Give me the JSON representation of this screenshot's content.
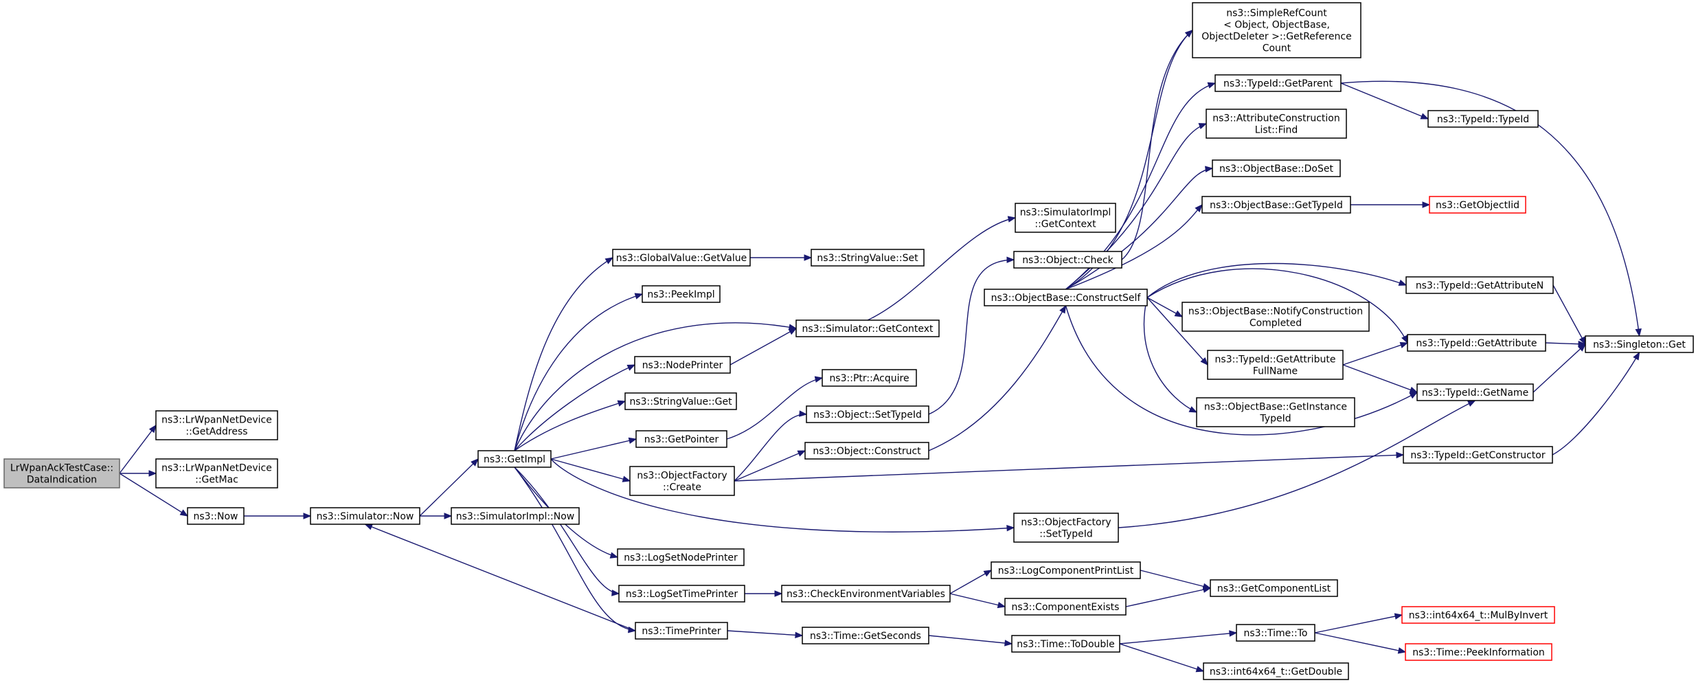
{
  "nodes": {
    "root": [
      "LrWpanAckTestCase::",
      "DataIndication"
    ],
    "lr_getaddress": [
      "ns3::LrWpanNetDevice",
      "::GetAddress"
    ],
    "lr_getmac": [
      "ns3::LrWpanNetDevice",
      "::GetMac"
    ],
    "ns3_now": [
      "ns3::Now"
    ],
    "sim_now": [
      "ns3::Simulator::Now"
    ],
    "simimpl_now": [
      "ns3::SimulatorImpl::Now"
    ],
    "getimpl": [
      "ns3::GetImpl"
    ],
    "globalvalue_getvalue": [
      "ns3::GlobalValue::GetValue"
    ],
    "stringvalue_set": [
      "ns3::StringValue::Set"
    ],
    "peekimpl": [
      "ns3::PeekImpl"
    ],
    "sim_getcontext": [
      "ns3::Simulator::GetContext"
    ],
    "simimpl_getcontext": [
      "ns3::SimulatorImpl",
      "::GetContext"
    ],
    "nodeprinter": [
      "ns3::NodePrinter"
    ],
    "stringvalue_get": [
      "ns3::StringValue::Get"
    ],
    "getpointer": [
      "ns3::GetPointer"
    ],
    "ptr_acquire": [
      "ns3::Ptr::Acquire"
    ],
    "objectfactory_create": [
      "ns3::ObjectFactory",
      "::Create"
    ],
    "object_settypeid": [
      "ns3::Object::SetTypeId"
    ],
    "object_construct": [
      "ns3::Object::Construct"
    ],
    "object_check": [
      "ns3::Object::Check"
    ],
    "objectbase_constructself": [
      "ns3::ObjectBase::ConstructSelf"
    ],
    "objectfactory_settypeid": [
      "ns3::ObjectFactory",
      "::SetTypeId"
    ],
    "logsetnodeprinter": [
      "ns3::LogSetNodePrinter"
    ],
    "logsettimeprinter": [
      "ns3::LogSetTimePrinter"
    ],
    "timeprinter": [
      "ns3::TimePrinter"
    ],
    "checkenv": [
      "ns3::CheckEnvironmentVariables"
    ],
    "logcomponentprintlist": [
      "ns3::LogComponentPrintList"
    ],
    "componentexists": [
      "ns3::ComponentExists"
    ],
    "getcomponentlist": [
      "ns3::GetComponentList"
    ],
    "time_getseconds": [
      "ns3::Time::GetSeconds"
    ],
    "time_todouble": [
      "ns3::Time::ToDouble"
    ],
    "time_to": [
      "ns3::Time::To"
    ],
    "int64_getdouble": [
      "ns3::int64x64_t::GetDouble"
    ],
    "int64_mulbyinvert": [
      "ns3::int64x64_t::MulByInvert"
    ],
    "time_peekinformation": [
      "ns3::Time::PeekInformation"
    ],
    "simplerefcount_getref": [
      "ns3::SimpleRefCount",
      "< Object, ObjectBase,",
      "ObjectDeleter >::GetReference",
      "Count"
    ],
    "typeid_getparent": [
      "ns3::TypeId::GetParent"
    ],
    "attrconstrlist_find": [
      "ns3::AttributeConstruction",
      "List::Find"
    ],
    "objectbase_doset": [
      "ns3::ObjectBase::DoSet"
    ],
    "objectbase_gettypeid": [
      "ns3::ObjectBase::GetTypeId"
    ],
    "getobjectiid": [
      "ns3::GetObjectIid"
    ],
    "objectbase_notifyconstr": [
      "ns3::ObjectBase::NotifyConstruction",
      "Completed"
    ],
    "typeid_getattributefullname": [
      "ns3::TypeId::GetAttribute",
      "FullName"
    ],
    "objectbase_getinstancetypeid": [
      "ns3::ObjectBase::GetInstance",
      "TypeId"
    ],
    "typeid_typeid": [
      "ns3::TypeId::TypeId"
    ],
    "typeid_getattributen": [
      "ns3::TypeId::GetAttributeN"
    ],
    "typeid_getattribute": [
      "ns3::TypeId::GetAttribute"
    ],
    "typeid_getname": [
      "ns3::TypeId::GetName"
    ],
    "typeid_getconstructor": [
      "ns3::TypeId::GetConstructor"
    ],
    "singleton_get": [
      "ns3::Singleton::Get"
    ]
  },
  "styles": {
    "root": "#bfbfbf",
    "edge_color": "#191970",
    "truncated_border": "#ff0000"
  }
}
